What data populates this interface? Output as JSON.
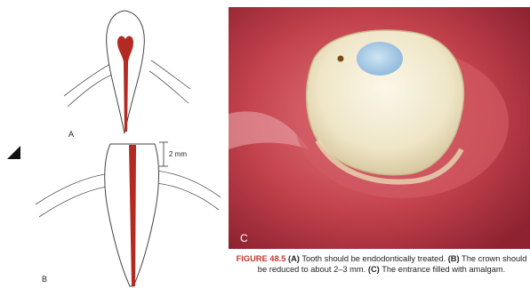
{
  "panels": {
    "a_label": "A",
    "b_label": "B",
    "c_label": "C",
    "measurement": "2 mm"
  },
  "caption": {
    "figure": "FIGURE 48.5",
    "a_tag": "(A)",
    "a_text": "Tooth should be endodontically treated.",
    "b_tag": "(B)",
    "b_text": "The crown should be reduced to about 2–3 mm.",
    "c_tag": "(C)",
    "c_text": "The entrance filled with amalgam."
  },
  "colors": {
    "root_canal": "#b32a22",
    "figure_label": "#c0392b",
    "gum": "#c8464f",
    "tooth": "#f3ecd6",
    "filling": "#9fc7e6"
  }
}
